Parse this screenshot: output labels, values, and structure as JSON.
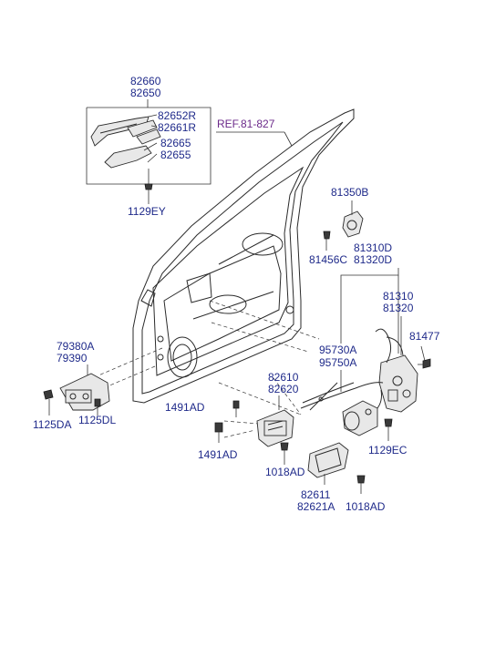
{
  "reference": {
    "label": "REF.81-827"
  },
  "colors": {
    "label": "#1f2a8a",
    "ref": "#6b2a8a",
    "line": "#2a2a2a"
  },
  "labels": {
    "l82660": "82660",
    "l82650": "82650",
    "l82652R": "82652R",
    "l82661R": "82661R",
    "l82665": "82665",
    "l82655": "82655",
    "l1129EY": "1129EY",
    "l81350B": "81350B",
    "l81456C": "81456C",
    "l81310D": "81310D",
    "l81320D": "81320D",
    "l81310": "81310",
    "l81320": "81320",
    "l81477": "81477",
    "l95730A": "95730A",
    "l95750A": "95750A",
    "l79380A": "79380A",
    "l79390": "79390",
    "l1125DA": "1125DA",
    "l1125DL": "1125DL",
    "l82610": "82610",
    "l82620": "82620",
    "l1491AD_a": "1491AD",
    "l1491AD_b": "1491AD",
    "l1018AD_a": "1018AD",
    "l82611": "82611",
    "l82621A": "82621A",
    "l1018AD_b": "1018AD",
    "l1129EC": "1129EC"
  }
}
